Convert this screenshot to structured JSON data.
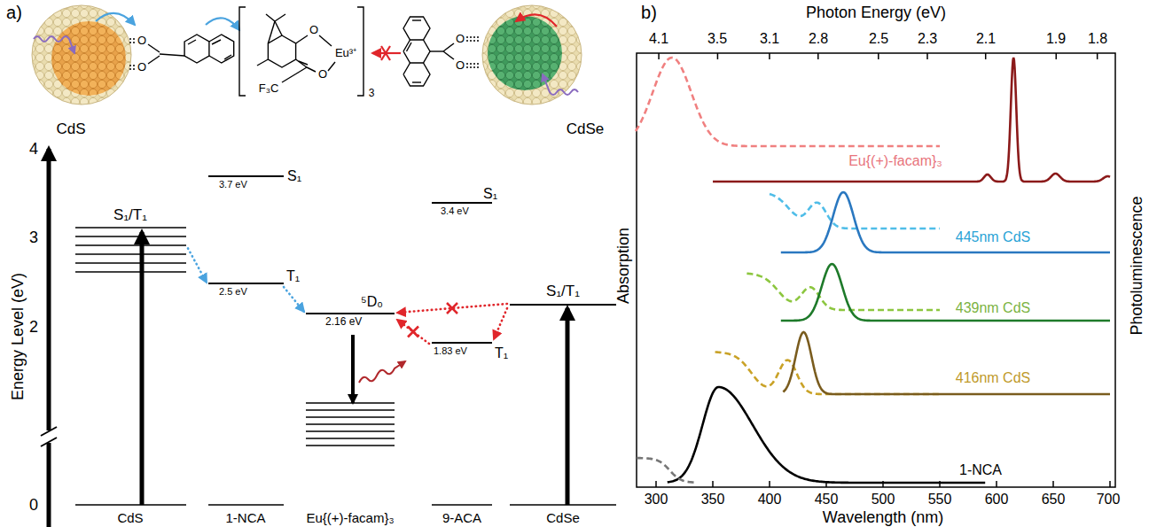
{
  "diagram": {
    "nodes": [
      {
        "text": [
          "S₁/T₁"
        ]
      },
      {
        "text": [
          "3.7 eV",
          "S₁"
        ]
      },
      {
        "text": [
          "2.5 eV",
          "T₁"
        ]
      },
      {
        "text": [
          "⁵D₀",
          "2.16 eV"
        ]
      },
      {
        "text": [
          "3.4 eV",
          "S₁"
        ]
      },
      {
        "text": [
          "1.83 eV",
          "T₁"
        ]
      },
      {
        "text": [
          "S₁/T₁"
        ]
      }
    ],
    "edges": [
      {
        "from": 0,
        "to": 2,
        "arrow": "to"
      },
      {
        "from": 2,
        "to": 3,
        "arrow": "to"
      },
      {
        "from": 6,
        "to": 3,
        "arrow": "to"
      },
      {
        "from": 6,
        "to": 5,
        "arrow": "to"
      },
      {
        "from": 5,
        "to": 3,
        "arrow": "to"
      }
    ],
    "labels": [
      "a)",
      "b)",
      "CdS",
      "CdSe",
      "O",
      "O",
      "Eu³⁺",
      "F₃C",
      "3",
      "O",
      "O",
      "O",
      "O",
      "Energy Level (eV)",
      "4",
      "3",
      "2",
      "0",
      "CdS",
      "1-NCA",
      "Eu{(+)-facam}₃",
      "9-ACA",
      "CdSe",
      "Photon Energy (eV)",
      "4.1",
      "3.5",
      "3.1",
      "2.8",
      "2.5",
      "2.3",
      "2.1",
      "1.9",
      "1.8",
      "Absorption",
      "Photoluminescence",
      "300",
      "350",
      "400",
      "450",
      "500",
      "550",
      "600",
      "650",
      "700",
      "Wavelength (nm)",
      "Eu{(+)-facam}₃",
      "445nm CdS",
      "439nm CdS",
      "416nm CdS",
      "1-NCA"
    ]
  }
}
